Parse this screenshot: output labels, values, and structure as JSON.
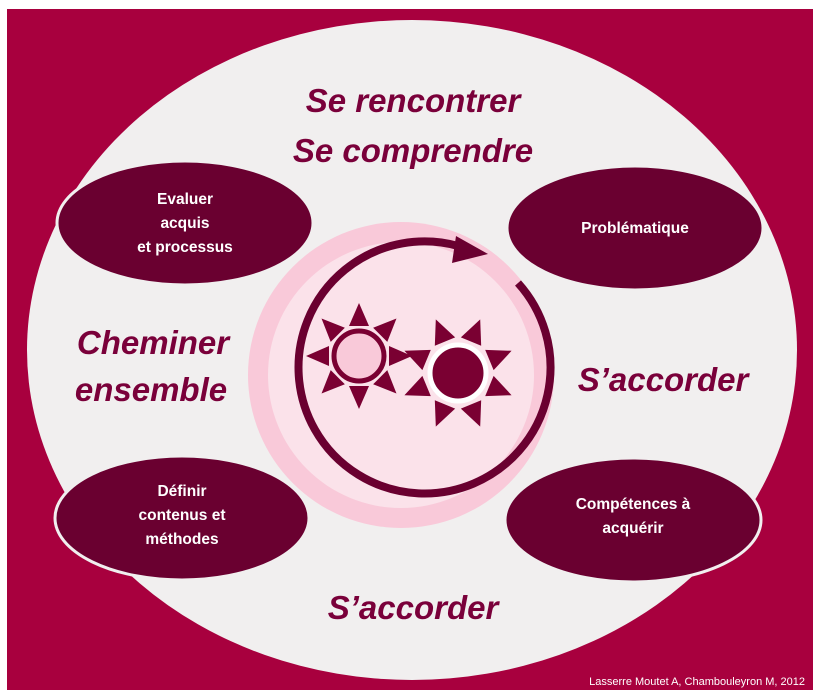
{
  "colors": {
    "frame": "#A8003E",
    "disc": "#F1EFEF",
    "node_fill": "#6A0030",
    "label_text": "#7A003A",
    "center_halo": "#F9C9D9",
    "center_disc": "#FBE2EA",
    "arrow": "#6A0030",
    "sun_light_fill": "#F9C9D9",
    "sun_dark_fill": "#7A0032"
  },
  "labels": {
    "top_line1": "Se rencontrer",
    "top_line2": "Se comprendre",
    "left_line1": "Cheminer",
    "left_line2": "ensemble",
    "right": "S’accorder",
    "bottom": "S’accorder"
  },
  "nodes": {
    "evaluate": [
      "Evaluer",
      "acquis",
      "et processus"
    ],
    "problematic": [
      "Problématique"
    ],
    "define": [
      "Définir",
      "contenus et",
      "méthodes"
    ],
    "skills": [
      "Compétences à",
      "acquérir"
    ]
  },
  "credit": "Lasserre Moutet A,  Chambouleyron M, 2012",
  "icons": [
    "cycle-arrow-icon",
    "sun-outline-icon",
    "sun-filled-icon"
  ]
}
